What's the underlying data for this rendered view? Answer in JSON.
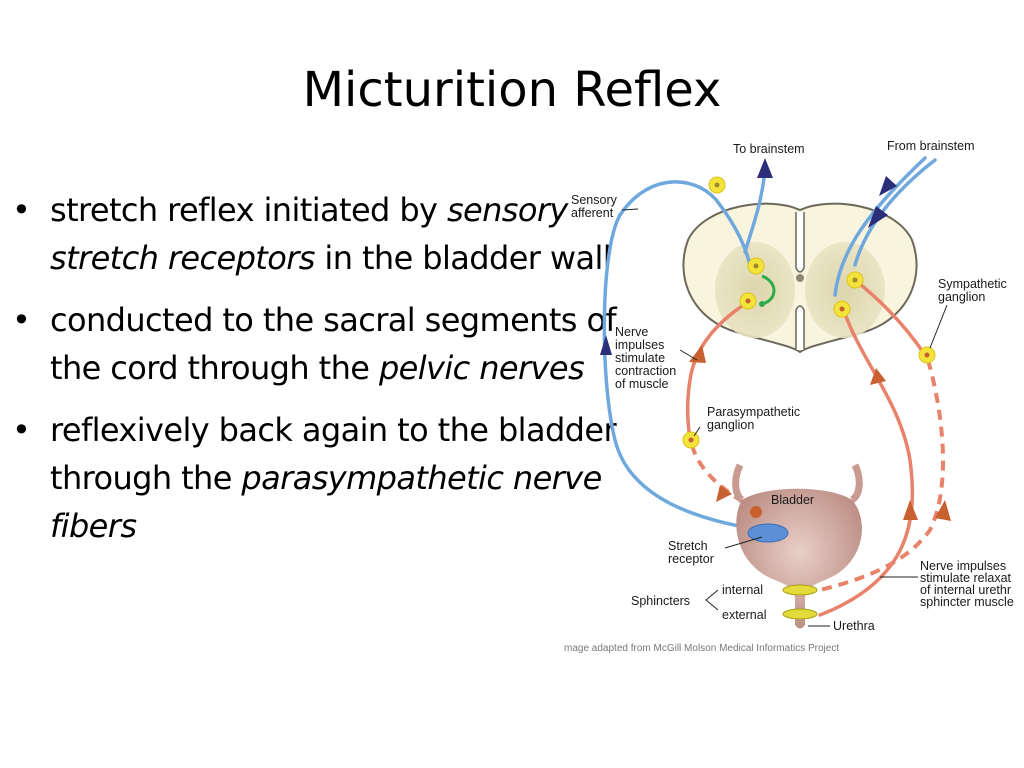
{
  "slide": {
    "title": "Micturition Reflex",
    "bullets": [
      {
        "parts": [
          {
            "text": "stretch reflex initiated by ",
            "italic": false
          },
          {
            "text": "sensory stretch receptors",
            "italic": true
          },
          {
            "text": " in the bladder wall",
            "italic": false
          }
        ]
      },
      {
        "parts": [
          {
            "text": "conducted to the sacral segments of the cord through the ",
            "italic": false
          },
          {
            "text": "pelvic nerves",
            "italic": true
          }
        ]
      },
      {
        "parts": [
          {
            "text": "reflexively back again to the bladder through the ",
            "italic": false
          },
          {
            "text": "parasympathetic nerve fibers",
            "italic": true
          }
        ]
      }
    ],
    "bullet_glyph": "•"
  },
  "diagram": {
    "labels": {
      "to_brainstem": "To brainstem",
      "from_brainstem": "From brainstem",
      "sensory_afferent": [
        "Sensory",
        "afferent"
      ],
      "sympathetic_ganglion": [
        "Sympathetic",
        "ganglion"
      ],
      "nerve_contraction": [
        "Nerve",
        "impulses",
        "stimulate",
        "contraction",
        "of muscle"
      ],
      "parasympathetic_ganglion": [
        "Parasympathetic",
        "ganglion"
      ],
      "bladder": "Bladder",
      "stretch_receptor": [
        "Stretch",
        "receptor"
      ],
      "sphincters": "Sphincters",
      "internal": "internal",
      "external": "external",
      "urethra": "Urethra",
      "nerve_relaxation": [
        "Nerve impulses",
        "stimulate relaxat",
        "of internal urethr",
        "sphincter muscle"
      ]
    },
    "credit": "mage adapted from McGill Molson Medical Informatics Project",
    "colors": {
      "afferent": "#6fa8dc",
      "efferent": "#e8826a",
      "arrow_dark": "#2b2f7a",
      "ganglion": "#f2e43a",
      "cord": "#f7f3dc",
      "grey_matter": "#e6e0bf",
      "bladder": "#c99a8f",
      "receptor": "#5b8fd6",
      "interneuron": "#2faa4a"
    }
  }
}
